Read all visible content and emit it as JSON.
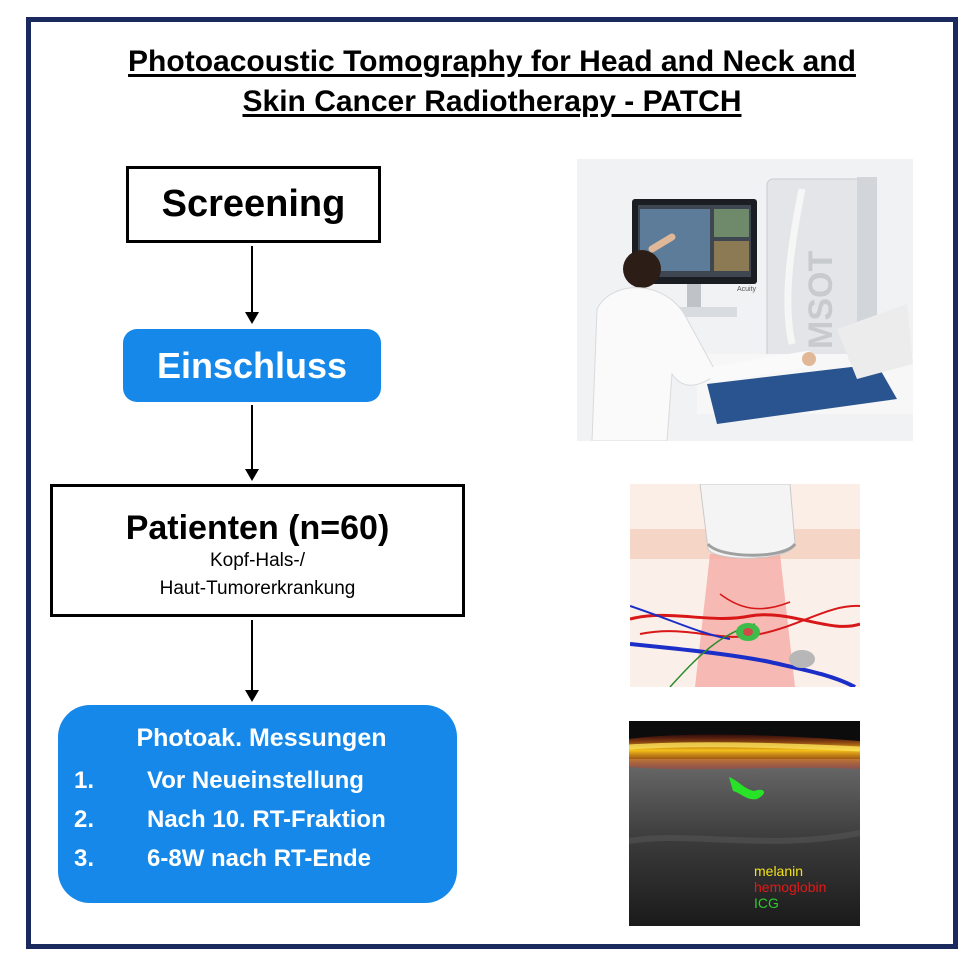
{
  "title": {
    "line1": "Photoacoustic Tomography for Head and Neck and",
    "line2": "Skin Cancer Radiotherapy - PATCH"
  },
  "flow": {
    "screening": "Screening",
    "einschluss": "Einschluss",
    "patienten": {
      "title": "Patienten (n=60)",
      "line1": "Kopf-Hals-/",
      "line2": "Haut-Tumorerkrankung"
    },
    "messungen": {
      "title": "Photoak. Messungen",
      "items": [
        {
          "num": "1.",
          "label": "Vor Neueinstellung"
        },
        {
          "num": "2.",
          "label": "Nach 10. RT-Fraktion"
        },
        {
          "num": "3.",
          "label": "6-8W nach RT-Ende"
        }
      ]
    }
  },
  "images": {
    "scanner_photo": {
      "device_logo": "MSOT",
      "monitor_brand": "Acuity"
    },
    "tissue_illustration": {},
    "pa_image": {
      "legend": [
        {
          "label": "melanin",
          "color": "#f2e21a"
        },
        {
          "label": "hemoglobin",
          "color": "#e41818"
        },
        {
          "label": "ICG",
          "color": "#2ecc2e"
        }
      ]
    }
  },
  "colors": {
    "frame": "#1b2a5e",
    "blue_box": "#1588ea"
  }
}
